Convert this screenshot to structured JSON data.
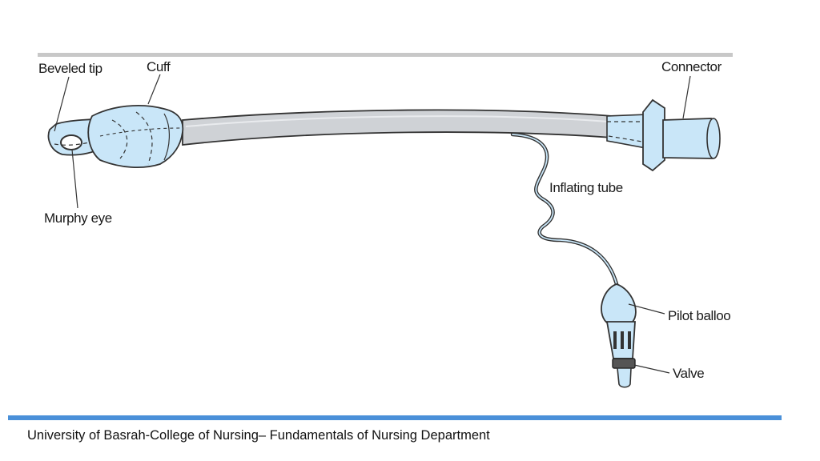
{
  "labels": {
    "beveled_tip": "Beveled tip",
    "cuff": "Cuff",
    "connector": "Connector",
    "murphy_eye": "Murphy eye",
    "inflating_tube": "Inflating tube",
    "pilot_balloon": "Pilot balloo",
    "valve": "Valve"
  },
  "footer": {
    "text": "University of Basrah-College of Nursing– Fundamentals of Nursing Department"
  },
  "colors": {
    "device_fill": "#c9e6f8",
    "tube_fill": "#cfd2d6",
    "outline": "#333333",
    "top_rule": "#c8c8c8",
    "bottom_rule": "#4a90d9"
  }
}
